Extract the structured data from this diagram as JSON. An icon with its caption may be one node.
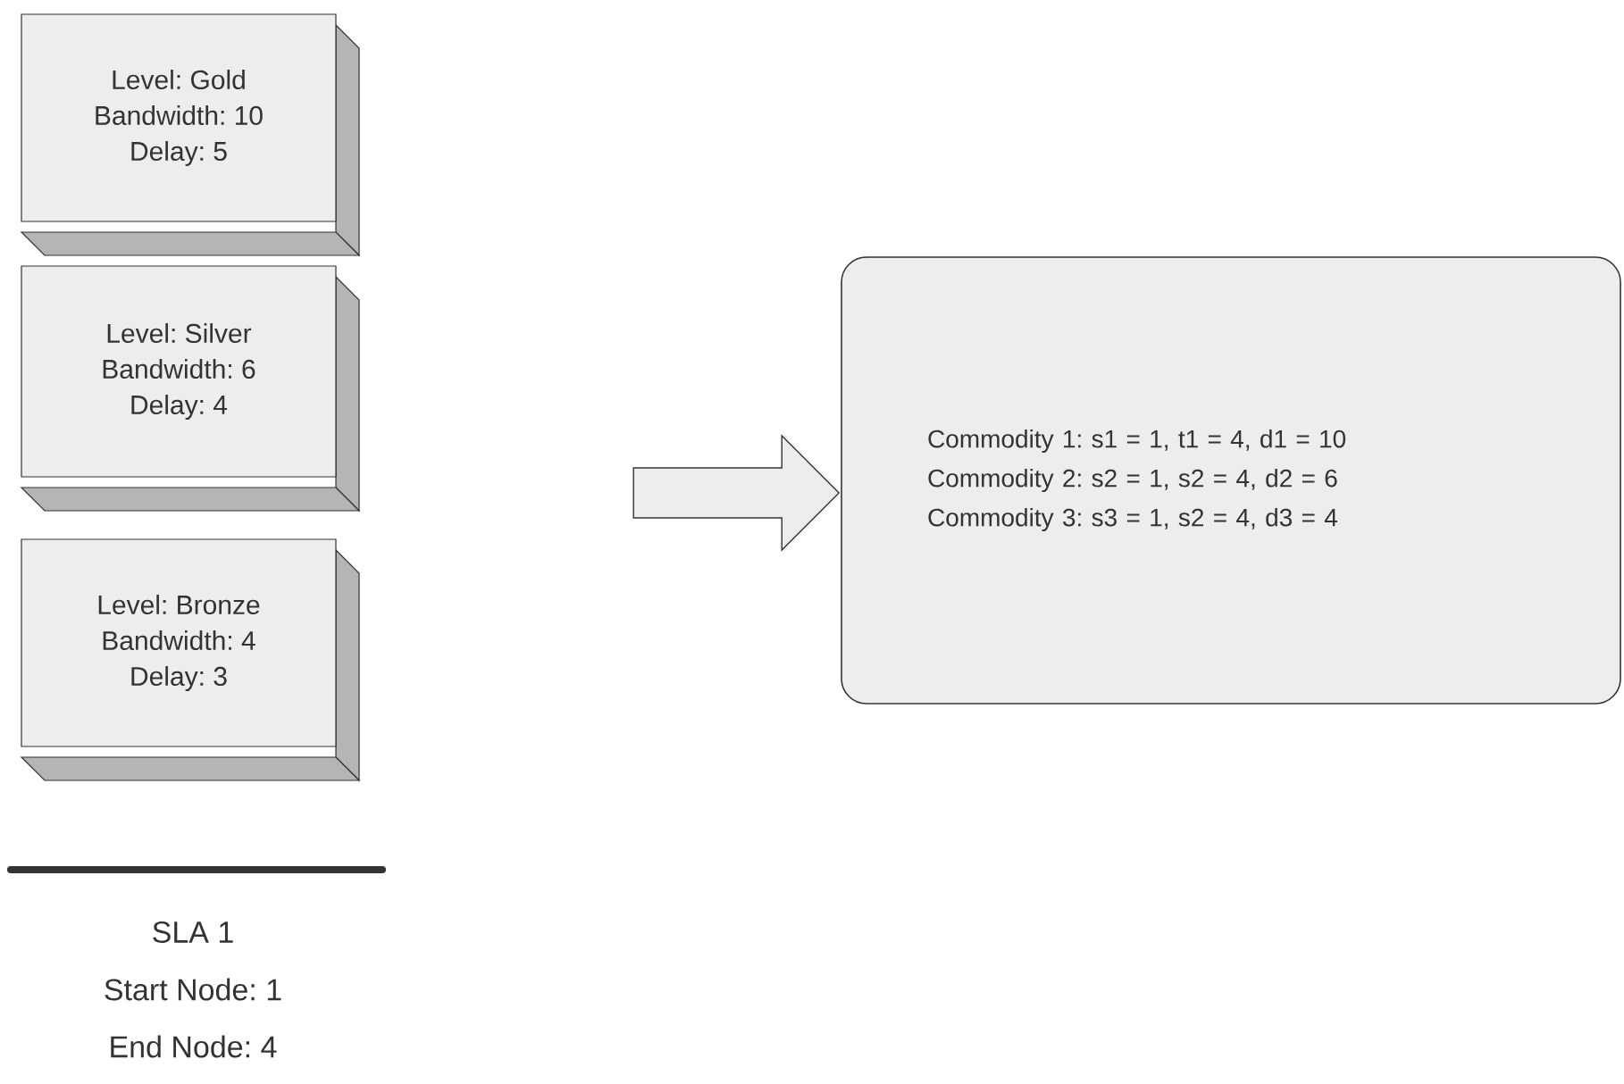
{
  "diagram": {
    "nodes": [
      {
        "text": [
          "Level: Gold",
          "Bandwidth: 10",
          "Delay: 5"
        ]
      },
      {
        "text": [
          "Level: Silver",
          "Bandwidth: 6",
          "Delay: 4"
        ]
      },
      {
        "text": [
          "Level: Bronze",
          "Bandwidth: 4",
          "Delay: 3"
        ]
      },
      {
        "text": [
          "Commodity 1: s1 = 1, t1 = 4, d1 = 10",
          "Commodity 2: s2 = 1, s2 = 4, d2 = 6",
          "Commodity 3: s3 = 1, s2 = 4, d3 = 4"
        ]
      }
    ],
    "edges": [
      {
        "from": null,
        "to": 3,
        "arrow": "to"
      }
    ],
    "labels": [
      "SLA 1",
      "Start Node: 1",
      "End Node: 4"
    ]
  }
}
